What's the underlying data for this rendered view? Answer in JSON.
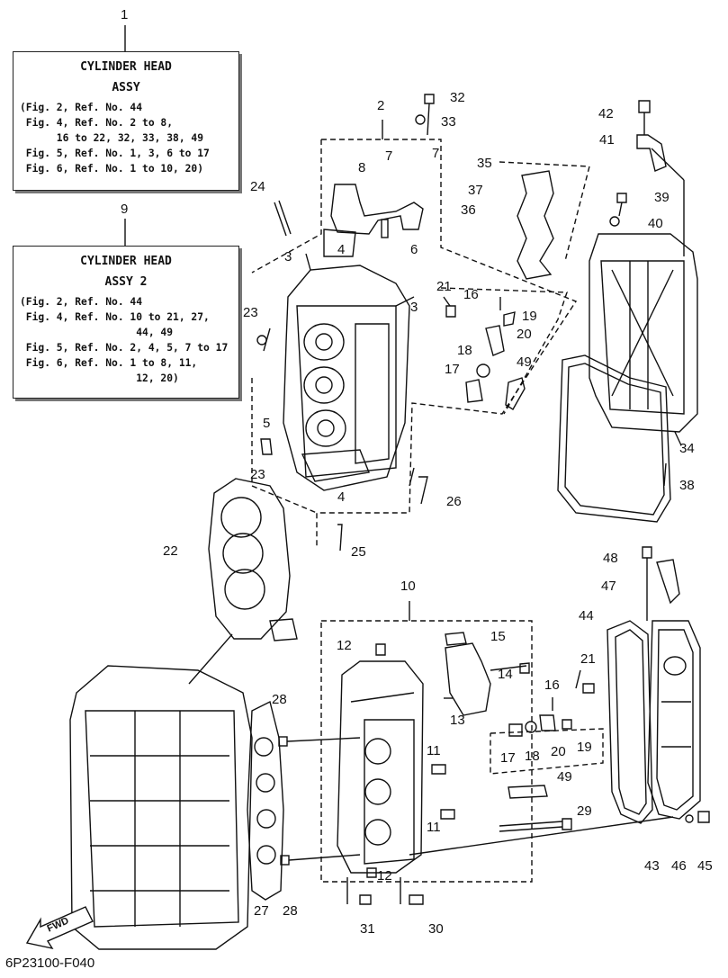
{
  "box1": {
    "number": "1",
    "title": "CYLINDER HEAD",
    "subtitle": "ASSY",
    "lines": [
      "(Fig. 2, Ref. No. 44",
      " Fig. 4, Ref. No. 2 to 8,",
      "      16 to 22, 32, 33, 38, 49",
      " Fig. 5, Ref. No. 1, 3, 6 to 17",
      " Fig. 6, Ref. No. 1 to 10, 20)"
    ]
  },
  "box9": {
    "number": "9",
    "title": "CYLINDER HEAD",
    "subtitle": "ASSY 2",
    "lines": [
      "(Fig. 2, Ref. No. 44",
      " Fig. 4, Ref. No. 10 to 21, 27,",
      "                   44, 49",
      " Fig. 5, Ref. No. 2, 4, 5, 7 to 17",
      " Fig. 6, Ref. No. 1 to 8, 11,",
      "                   12, 20)"
    ]
  },
  "fwd_label": "FWD",
  "diagram_code": "6P23100-F040",
  "callouts": {
    "c2": "2",
    "c3a": "3",
    "c3b": "3",
    "c4a": "4",
    "c4b": "4",
    "c5": "5",
    "c6": "6",
    "c7a": "7",
    "c7b": "7",
    "c8": "8",
    "c10": "10",
    "c11a": "11",
    "c11b": "11",
    "c12a": "12",
    "c12b": "12",
    "c13": "13",
    "c14": "14",
    "c15": "15",
    "c16a": "16",
    "c16b": "16",
    "c17a": "17",
    "c17b": "17",
    "c18a": "18",
    "c18b": "18",
    "c19a": "19",
    "c19b": "19",
    "c20a": "20",
    "c20b": "20",
    "c21a": "21",
    "c21b": "21",
    "c22": "22",
    "c23a": "23",
    "c23b": "23",
    "c24": "24",
    "c25": "25",
    "c26": "26",
    "c27": "27",
    "c28a": "28",
    "c28b": "28",
    "c29": "29",
    "c30": "30",
    "c31": "31",
    "c32": "32",
    "c33": "33",
    "c34": "34",
    "c35": "35",
    "c36": "36",
    "c37": "37",
    "c38": "38",
    "c39": "39",
    "c40": "40",
    "c41": "41",
    "c42": "42",
    "c43": "43",
    "c44": "44",
    "c45": "45",
    "c46": "46",
    "c47": "47",
    "c48": "48",
    "c49a": "49",
    "c49b": "49"
  }
}
